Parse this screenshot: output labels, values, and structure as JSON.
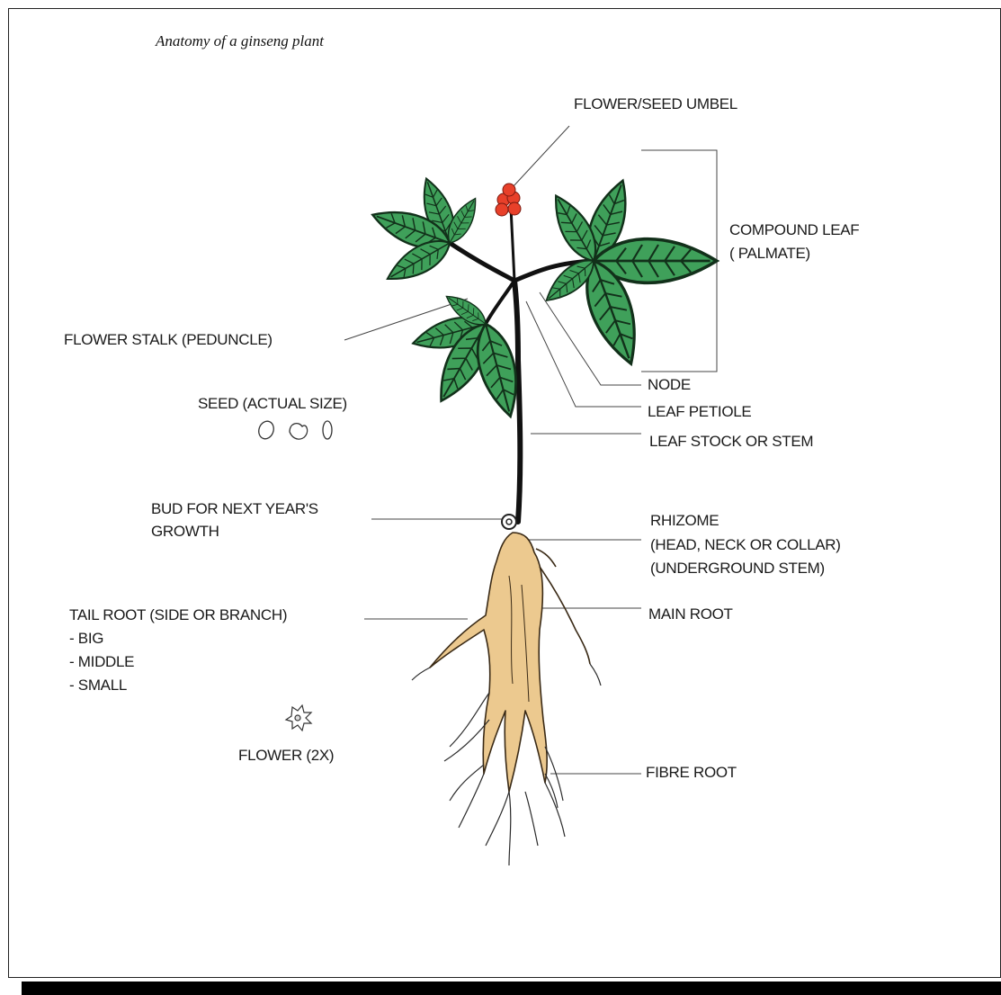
{
  "title": "Anatomy of a ginseng plant",
  "labels": {
    "flower_seed_umbel": "FLOWER/SEED UMBEL",
    "compound_leaf_1": "COMPOUND LEAF",
    "compound_leaf_2": "( PALMATE)",
    "flower_stalk": "FLOWER STALK (PEDUNCLE)",
    "node": "NODE",
    "leaf_petiole": "LEAF PETIOLE",
    "seed": "SEED (ACTUAL SIZE)",
    "leaf_stock": "LEAF STOCK OR STEM",
    "bud_1": "BUD FOR NEXT YEAR'S",
    "bud_2": "GROWTH",
    "rhizome_1": "RHIZOME",
    "rhizome_2": "(HEAD, NECK OR COLLAR)",
    "rhizome_3": "(UNDERGROUND STEM)",
    "tail_root_1": "TAIL ROOT (SIDE OR BRANCH)",
    "tail_root_2": "- BIG",
    "tail_root_3": "- MIDDLE",
    "tail_root_4": "- SMALL",
    "main_root": "MAIN ROOT",
    "flower": "FLOWER (2X)",
    "fibre_root": "FIBRE ROOT"
  },
  "colors": {
    "leaf": "#3fa05a",
    "leaf_vein": "#12301a",
    "berry": "#e8402a",
    "root": "#ecc98f",
    "stem": "#111111"
  }
}
